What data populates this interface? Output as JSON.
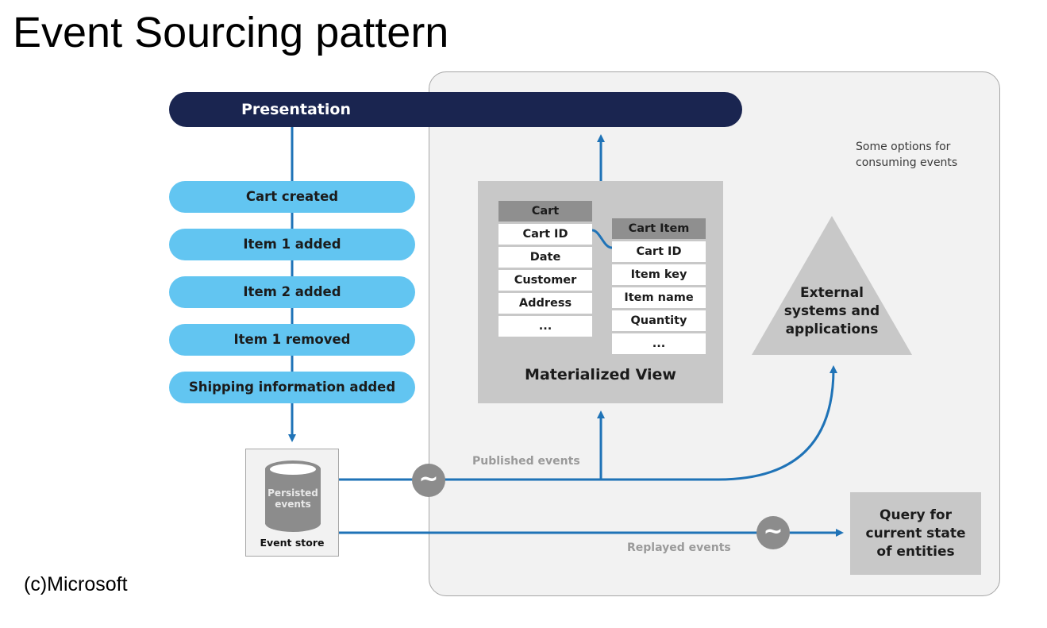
{
  "title": "Event Sourcing pattern",
  "copyright": "(c)Microsoft",
  "presentation": {
    "label": "Presentation"
  },
  "events": [
    {
      "label": "Cart created"
    },
    {
      "label": "Item 1 added"
    },
    {
      "label": "Item 2 added"
    },
    {
      "label": "Item 1 removed"
    },
    {
      "label": "Shipping information added"
    }
  ],
  "event_store": {
    "cylinder_label_line1": "Persisted",
    "cylinder_label_line2": "events",
    "label": "Event store"
  },
  "consumer_panel": {
    "note_line1": "Some options for",
    "note_line2": "consuming events"
  },
  "materialized_view": {
    "label": "Materialized View",
    "cart_table": {
      "header": "Cart",
      "rows": [
        "Cart ID",
        "Date",
        "Customer",
        "Address",
        "..."
      ]
    },
    "cart_item_table": {
      "header": "Cart Item",
      "rows": [
        "Cart ID",
        "Item key",
        "Item name",
        "Quantity",
        "..."
      ]
    }
  },
  "external_systems": {
    "line1": "External",
    "line2": "systems and",
    "line3": "applications"
  },
  "query_box": {
    "line1": "Query for",
    "line2": "current state",
    "line3": "of entities"
  },
  "wires": {
    "published_label": "Published events",
    "replayed_label": "Replayed events",
    "tilde_symbol": "~"
  },
  "colors": {
    "presentation": "#1a2550",
    "event": "#62c5f1",
    "wire": "#1f73b7",
    "panel": "#f2f2f2",
    "box_gray": "#c8c8c8",
    "header_gray": "#8f8f8f",
    "tilde_gray": "#8c8c8c"
  }
}
